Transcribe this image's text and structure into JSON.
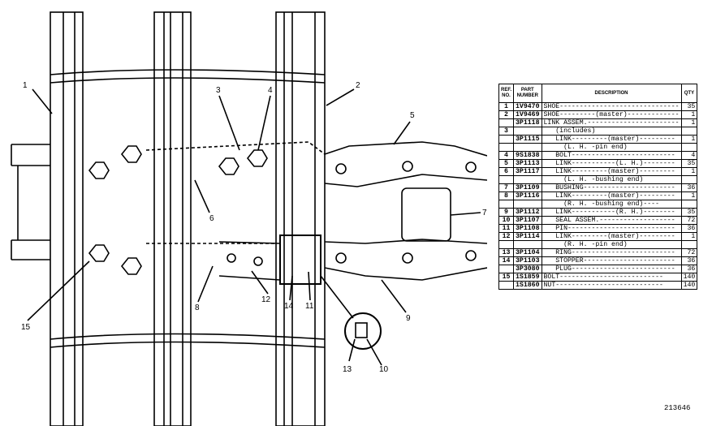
{
  "callouts": [
    "1",
    "2",
    "3",
    "4",
    "5",
    "6",
    "7",
    "8",
    "9",
    "10",
    "11",
    "12",
    "13",
    "14",
    "15"
  ],
  "table": {
    "headers": {
      "ref": "REF. NO.",
      "part": "PART NUMBER",
      "desc": "DESCRIPTION",
      "qty": "QTY"
    },
    "rows": [
      {
        "ref": "1",
        "part": "1V9470",
        "desc": "SHOE------------------------------",
        "qty": "35"
      },
      {
        "ref": "2",
        "part": "1V9469",
        "desc": "SHOE---------(master)-------------",
        "qty": "1"
      },
      {
        "ref": "",
        "part": "3P1118",
        "desc": "LINK ASSEM.-----------------------",
        "qty": "1"
      },
      {
        "ref": "3",
        "part": "",
        "desc": "   (includes)",
        "qty": ""
      },
      {
        "ref": "",
        "part": "3P1115",
        "desc": "   LINK---------(master)---------",
        "qty": "1"
      },
      {
        "ref": "",
        "part": "",
        "desc": "     (L. H. -pin end)",
        "qty": ""
      },
      {
        "ref": "4",
        "part": "9S1838",
        "desc": "   BOLT--------------------------",
        "qty": "4"
      },
      {
        "ref": "5",
        "part": "3P1113",
        "desc": "   LINK-----------(L. H.)--------",
        "qty": "35"
      },
      {
        "ref": "6",
        "part": "3P1117",
        "desc": "   LINK---------(master)---------",
        "qty": "1"
      },
      {
        "ref": "",
        "part": "",
        "desc": "     (L. H. -bushing end)",
        "qty": ""
      },
      {
        "ref": "7",
        "part": "3P1109",
        "desc": "   BUSHING-----------------------",
        "qty": "36"
      },
      {
        "ref": "8",
        "part": "3P1116",
        "desc": "   LINK---------(master)---------",
        "qty": "1"
      },
      {
        "ref": "",
        "part": "",
        "desc": "     (R. H. -bushing end)----",
        "qty": ""
      },
      {
        "ref": "9",
        "part": "3P1112",
        "desc": "   LINK-----------(R. H.)--------",
        "qty": "35"
      },
      {
        "ref": "10",
        "part": "3P1107",
        "desc": "   SEAL ASSEM.-------------------",
        "qty": "72"
      },
      {
        "ref": "11",
        "part": "3P1108",
        "desc": "   PIN---------------------------",
        "qty": "36"
      },
      {
        "ref": "12",
        "part": "3P1114",
        "desc": "   LINK---------(master)---------",
        "qty": "1"
      },
      {
        "ref": "",
        "part": "",
        "desc": "     (R. H. -pin end)",
        "qty": ""
      },
      {
        "ref": "13",
        "part": "3P1104",
        "desc": "   RING--------------------------",
        "qty": "72"
      },
      {
        "ref": "14",
        "part": "3P1103",
        "desc": "   STOPPER-----------------------",
        "qty": "36"
      },
      {
        "ref": "",
        "part": "3P3080",
        "desc": "   PLUG--------------------------",
        "qty": "36"
      },
      {
        "ref": "15",
        "part": "1S1859",
        "desc": "BOLT--------------------------",
        "qty": "140"
      },
      {
        "ref": "",
        "part": "1S1860",
        "desc": "NUT---------------------------",
        "qty": "140"
      }
    ]
  },
  "drawing_number": "213646"
}
